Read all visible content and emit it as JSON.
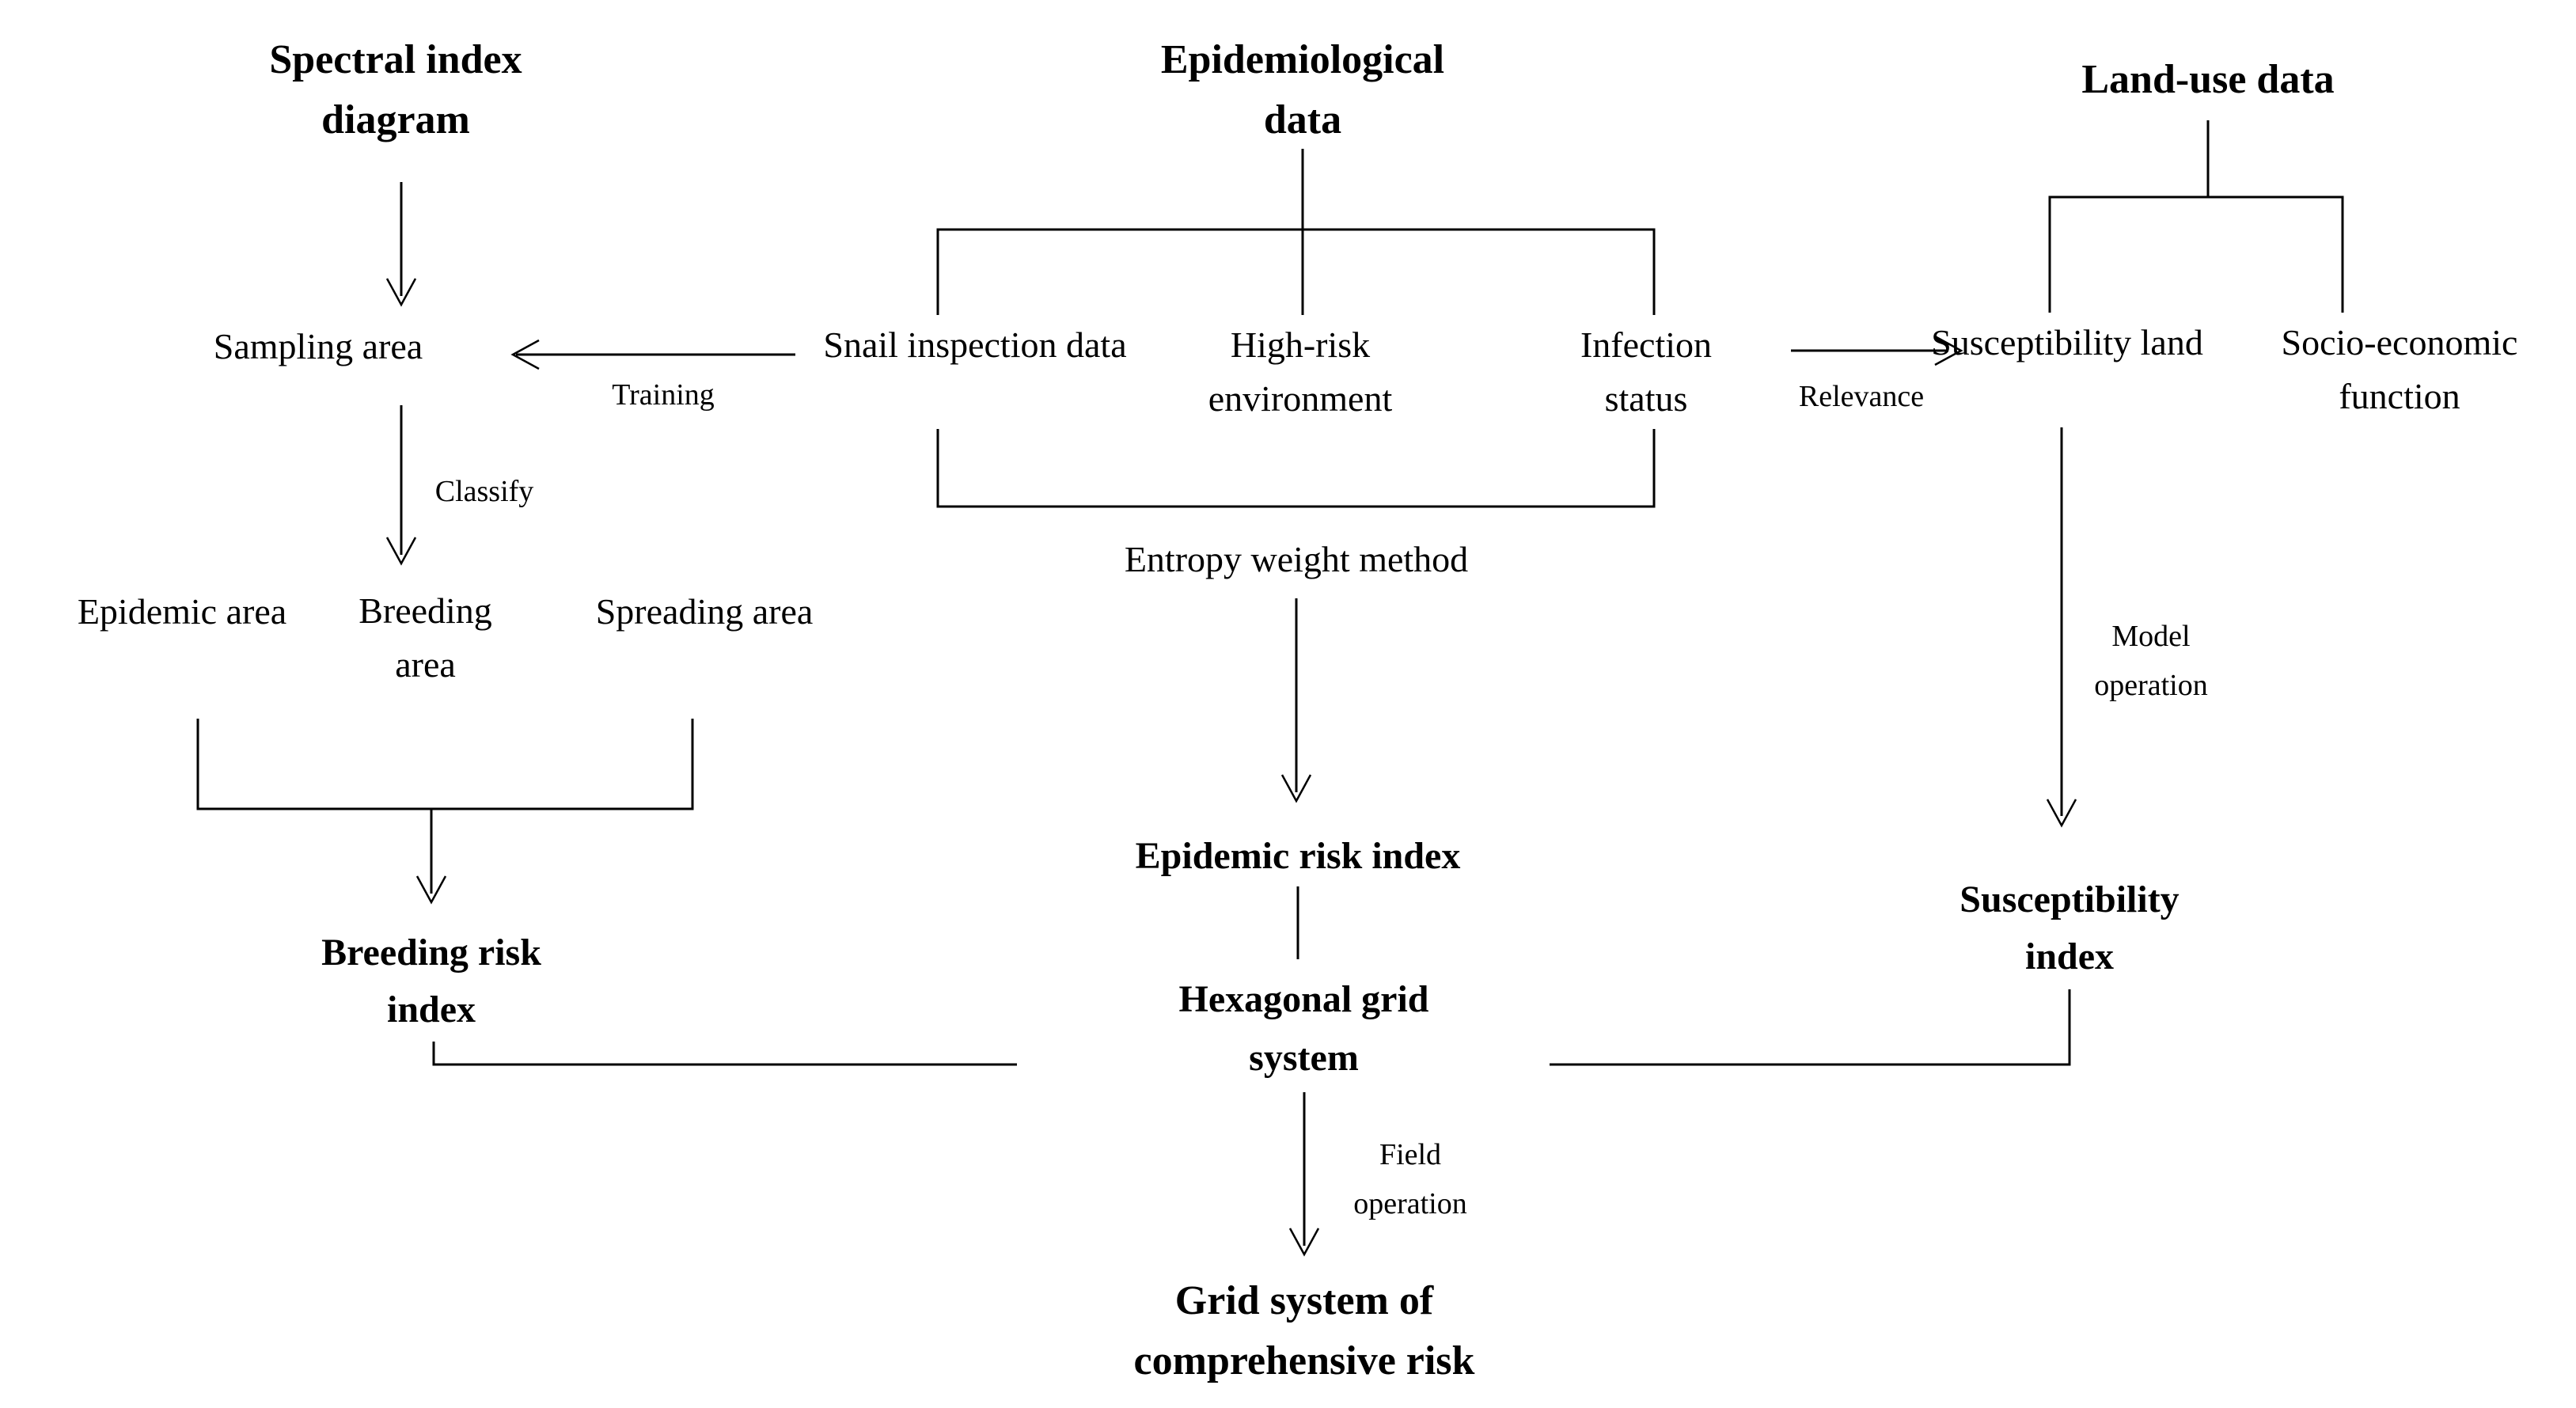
{
  "figure": {
    "background_color": "#ffffff",
    "line_color": "#000000",
    "nodes": {
      "spectral_title": "Spectral index diagram",
      "epidemiological_title": "Epidemiological data",
      "landuse_title": "Land-use data",
      "sampling_area": "Sampling area",
      "snail_inspection": "Snail inspection data",
      "high_risk": "High-risk environment",
      "infection_status": "Infection status",
      "susceptibility_land": "Susceptibility land",
      "socio_economic": "Socio-economic function",
      "epidemic_area": "Epidemic area",
      "breeding_area": "Breeding area",
      "spreading_area": "Spreading area",
      "entropy_method": "Entropy weight method",
      "breeding_risk_index": "Breeding risk index",
      "epidemic_risk_index": "Epidemic risk index",
      "hexagonal_grid": "Hexagonal grid system",
      "susceptibility_index": "Susceptibility index",
      "grid_comprehensive": "Grid system of comprehensive risk"
    },
    "edge_labels": {
      "training": "Training",
      "classify": "Classify",
      "relevance": "Relevance",
      "model_operation": "Model operation",
      "field_operation": "Field operation"
    }
  }
}
